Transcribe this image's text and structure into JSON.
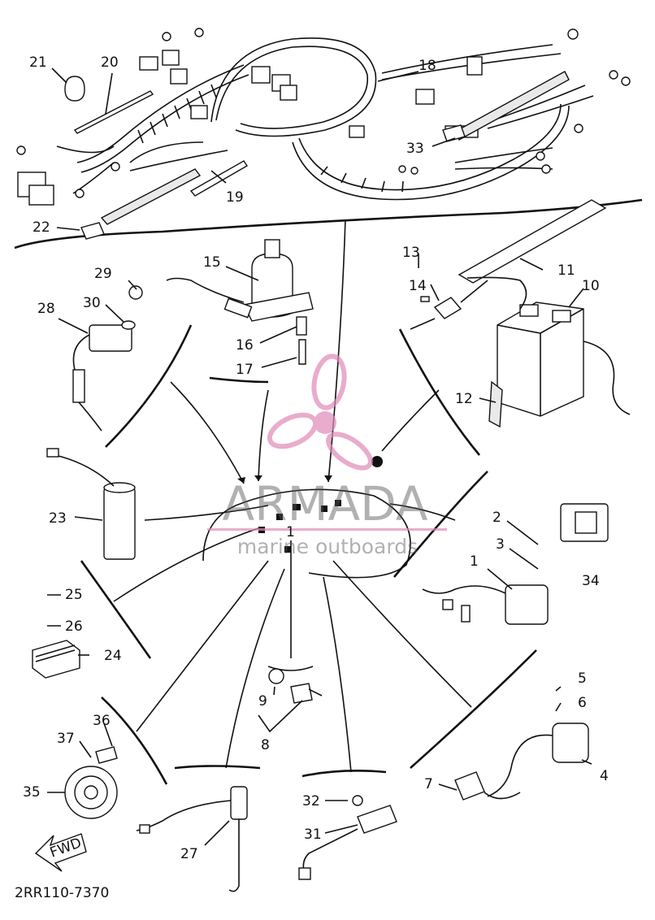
{
  "diagram": {
    "code": "2RR110-7370",
    "direction_arrow": "FWD",
    "watermark": {
      "brand": "ARMADA",
      "tagline": "marine outboards",
      "color": "#e08ab8"
    },
    "callouts": [
      "1",
      "2",
      "3",
      "4",
      "5",
      "6",
      "7",
      "8",
      "9",
      "10",
      "11",
      "12",
      "13",
      "14",
      "15",
      "16",
      "17",
      "18",
      "19",
      "20",
      "21",
      "22",
      "23",
      "24",
      "25",
      "26",
      "27",
      "28",
      "29",
      "30",
      "31",
      "32",
      "33",
      "34",
      "35",
      "36",
      "37"
    ]
  }
}
